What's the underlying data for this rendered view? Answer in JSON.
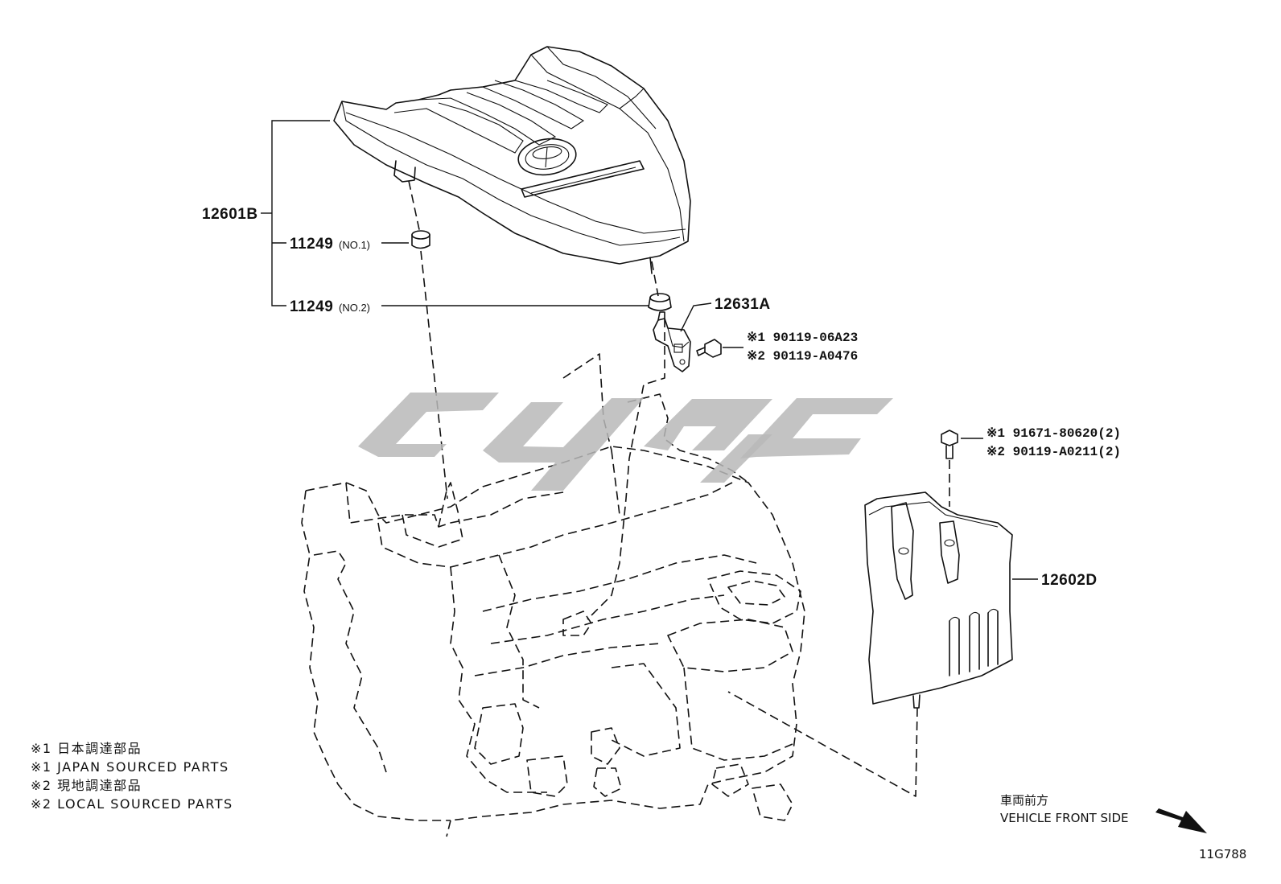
{
  "callouts": {
    "engine_cover": "12601B",
    "grommet_no1_part": "11249",
    "grommet_no1_tag": "(NO.1)",
    "grommet_no2_part": "11249",
    "grommet_no2_tag": "(NO.2)",
    "bracket": "12631A",
    "side_cover": "12602D"
  },
  "bolts": {
    "bracket_bolt_1": "※1 90119-06A23",
    "bracket_bolt_2": "※2 90119-A0476",
    "side_bolt_1": "※1 91671-80620(2)",
    "side_bolt_2": "※2 90119-A0211(2)"
  },
  "legend": {
    "line1": "※1 日本調達部品",
    "line2": "※1 JAPAN SOURCED PARTS",
    "line3": "※2 現地調達部品",
    "line4": "※2 LOCAL SOURCED PARTS"
  },
  "direction": {
    "jp": "車両前方",
    "en": "VEHICLE FRONT SIDE"
  },
  "figure_id": "11G788"
}
